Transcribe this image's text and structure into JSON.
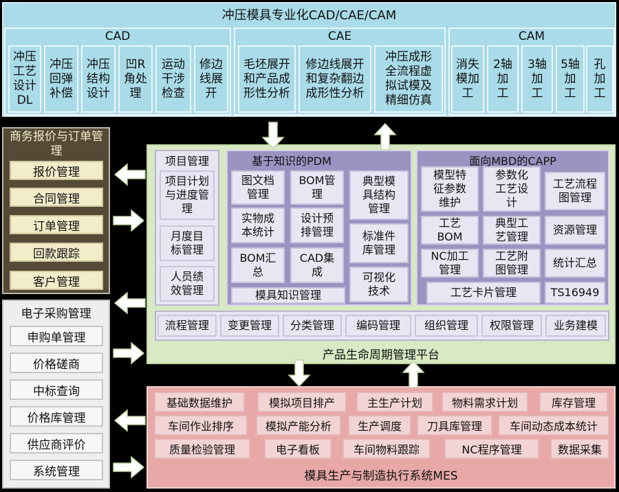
{
  "top": {
    "title": "冲压模具专业化CAD/CAE/CAM",
    "cad": {
      "head": "CAD",
      "items": [
        "冲压工艺设计DL",
        "冲压回弹补偿",
        "冲压结构设计",
        "凹R角处理",
        "运动干涉检查",
        "修边线展开"
      ]
    },
    "cae": {
      "head": "CAE",
      "items": [
        "毛坯展开和产品成形性分析",
        "修边线展开和复杂翻边成形性分析",
        "冲压成形全流程虚拟试模及精细仿真"
      ]
    },
    "cam": {
      "head": "CAM",
      "items": [
        "消失模加工",
        "2轴加工",
        "3轴加工",
        "5轴加工",
        "孔加工"
      ]
    }
  },
  "business": {
    "title": "商务报价与订单管理",
    "items": [
      "报价管理",
      "合同管理",
      "订单管理",
      "回款跟踪",
      "客户管理"
    ]
  },
  "purchase": {
    "title": "电子采购管理",
    "items": [
      "申购单管理",
      "价格磋商",
      "中标查询",
      "价格库管理",
      "供应商评价",
      "系统管理"
    ]
  },
  "platform": {
    "footer": "产品生命周期管理平台",
    "project": {
      "title": "项目管理",
      "items": [
        "项目计划与进度管理",
        "月度目标管理",
        "人员绩效管理"
      ]
    },
    "pdm": {
      "title": "基于知识的PDM",
      "items": [
        "图文档管理",
        "BOM管理",
        "典型模具结构管理",
        "实物成本统计",
        "设计预排管理",
        "标准件库管理",
        "BOM汇总",
        "CAD集成",
        "可视化技术"
      ],
      "bottom": "模具知识管理"
    },
    "capp": {
      "title": "面向MBD的CAPP",
      "items": [
        "模型特征参数维护",
        "参数化工艺设计",
        "工艺流程图管理",
        "工艺BOM",
        "典型工艺管理",
        "资源管理",
        "NC加工管理",
        "工艺附图管理",
        "统计汇总"
      ],
      "card": "工艺卡片管理",
      "ts": "TS16949"
    },
    "bottom_row": [
      "流程管理",
      "变更管理",
      "分类管理",
      "编码管理",
      "组织管理",
      "权限管理",
      "业务建模"
    ]
  },
  "mes": {
    "title": "模具生产与制造执行系统MES",
    "row1": [
      "基础数据维护",
      "模拟项目排产",
      "主生产计划",
      "物料需求计划",
      "库存管理"
    ],
    "row2": [
      "车间作业排序",
      "模拟产能分析",
      "生产调度",
      "刀具库管理",
      "车间动态成本统计"
    ],
    "row3": [
      "质量检验管理",
      "电子看板",
      "车间物料跟踪",
      "NC程序管理",
      "数据采集"
    ]
  },
  "colors": {
    "blue": "#a9dbe8",
    "green": "#d8e9c3",
    "lavender": "#9d93c2",
    "pink": "#e9a8a8",
    "tan": "#f3ecc9",
    "arrow": "#ffffff"
  }
}
